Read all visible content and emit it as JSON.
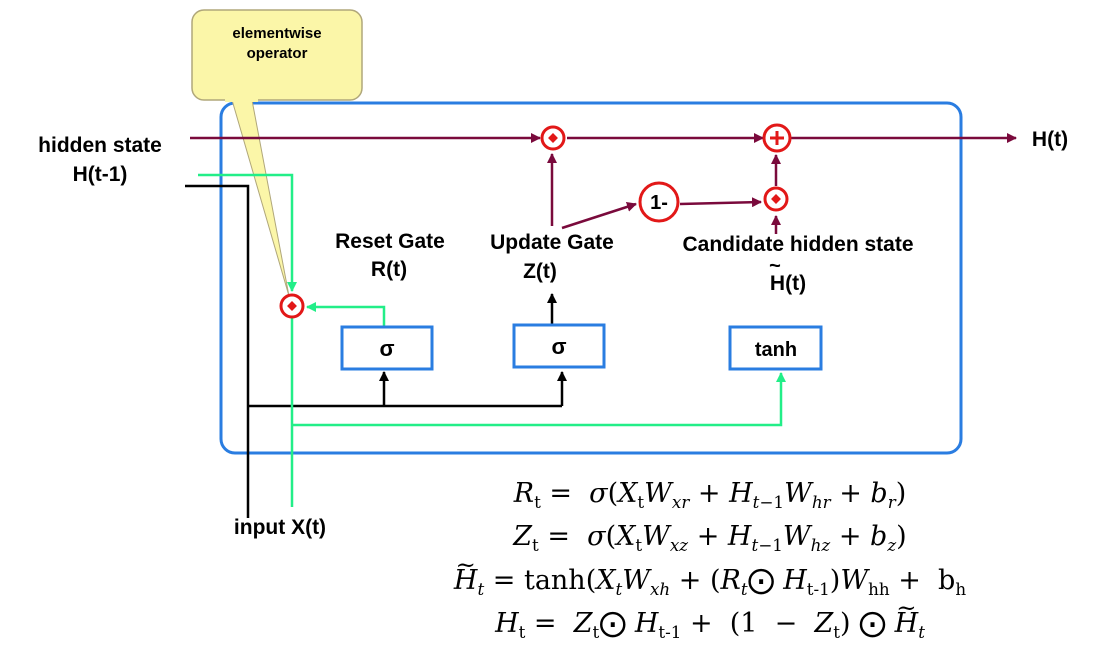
{
  "callout": {
    "line1": "elementwise",
    "line2": "operator"
  },
  "inputs": {
    "hidden_line1": "hidden state",
    "hidden_line2": "H(t-1)",
    "input_x": "input X(t)"
  },
  "output": {
    "label": "H(t)"
  },
  "gates": {
    "reset_line1": "Reset Gate",
    "reset_line2": "R(t)",
    "update_line1": "Update Gate",
    "update_line2": "Z(t)",
    "candidate_line1": "Candidate hidden state",
    "candidate_line2": "H(t)"
  },
  "boxes": {
    "sigma_reset": "σ",
    "sigma_update": "σ",
    "tanh": "tanh"
  },
  "ops": {
    "one_minus": "1-"
  },
  "equations": {
    "reset": "R_t = σ(X_t W_xr + H_{t−1} W_hr + b_r)",
    "update": "Z_t = σ(X_t W_xz + H_{t−1} W_hz + b_z)",
    "candidate": "H̃_t = tanh(X_t W_xh + (R_t ⊙ H_{t-1}) W_hh + b_h)",
    "hidden": "H_t = Z_t ⊙ H_{t-1} + (1 − Z_t) ⊙ H̃_t"
  },
  "colors": {
    "maroon": "#7a0a3c",
    "green": "#22ee88",
    "blue": "#2a7de1",
    "red": "#e21818",
    "callout_fill": "#fbf6a8"
  }
}
